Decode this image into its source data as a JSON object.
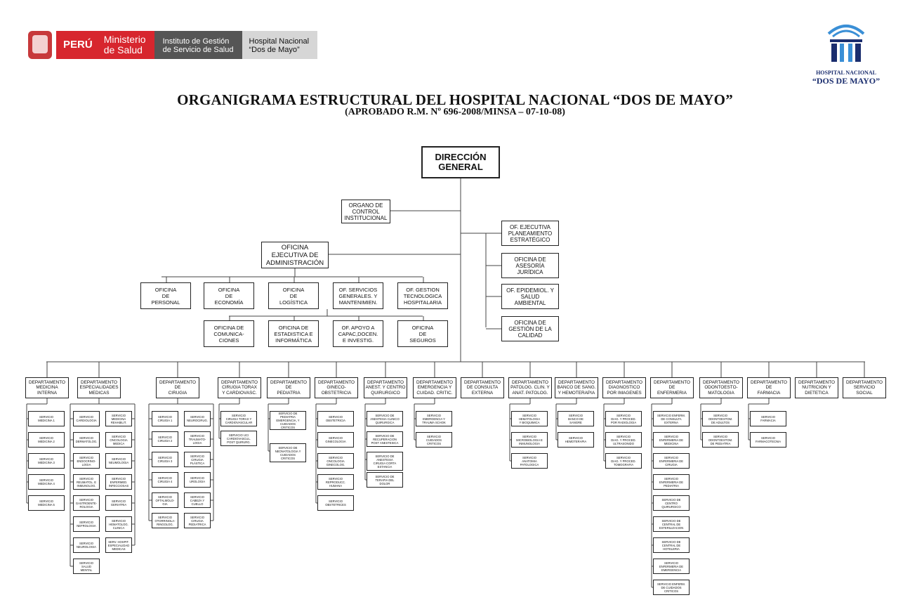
{
  "header": {
    "peru": "PERÚ",
    "ministerio": "Ministerio\nde Salud",
    "instituto": "Instituto de Gestión\nde Servicio de Salud",
    "hospital": "Hospital Nacional\n“Dos de Mayo”",
    "logo_line1": "HOSPITAL NACIONAL",
    "logo_line2": "“DOS DE MAYO”"
  },
  "title": "ORGANIGRAMA ESTRUCTURAL DEL HOSPITAL NACIONAL “DOS DE MAYO”",
  "subtitle": "(APROBADO R.M. Nº 696-2008/MINSA – 07-10-08)",
  "chart": {
    "direccion": "DIRECCIÓN\nGENERAL",
    "control": "ORGANO DE\nCONTROL\nINSTITUCIONAL",
    "administracion": "OFICINA\nEJECUTIVA DE\nADMINISTRACIÓN",
    "right": [
      "OF. EJECUTIVA\nPLANEAMIENTO\nESTRATÉGICO",
      "OFICINA DE\nASESORÍA\nJURÍDICA",
      "OF. EPIDEMIOL. Y\nSALUD\nAMBIENTAL",
      "OFICINA DE\nGESTIÓN DE LA\nCALIDAD"
    ],
    "admin_row1": [
      "OFICINA\nDE\nPERSONAL",
      "OFICINA\nDE\nECONOMÍA",
      "OFICINA\nDE\nLOGÍSTICA",
      "OF. SERVICIOS\nGENERALES. Y\nMANTENIMIEN.",
      "OF. GESTION\nTECNOLOGICA\nHOSPITALARIA"
    ],
    "admin_row2": [
      "OFICINA DE\nCOMUNICA-\nCIONES",
      "OFICINA DE\nESTADISTICA E\nINFORMÁTICA",
      "OF. APOYO A\nCAPAC,DOCEN.\nE INVESTIG.",
      "OFICINA\nDE\nSEGUROS"
    ],
    "departments": [
      {
        "name": "DEPARTAMENTO\nMEDICINA\nINTERNA",
        "services": [
          "SERVICIO\nMEDICINA 1",
          "SERVICIO\nMEDICINA 2",
          "SERVICIO\nMEDICINA 3",
          "SERVICIO\nMEDICINA 4",
          "SERVICIO\nMEDICINA 5"
        ]
      },
      {
        "name": "DEPARTAMENTO\nESPECIALIDADES\nMEDICAS",
        "services": [
          "SERVICIO\nCARDIOLOGIA",
          "SERVICIO\nDERMATOLOG.",
          "SERVICIO\nENDOCRINO-\nLOGIA",
          "SERVICIO\nREUMATOL. E\nINMUNOLOG.",
          "SERVICIO\nGASTROENTE-\nROLOGIA",
          "SERVICIO\nNEFROLOGIA",
          "SERVICIO\nNEUROLOGIA",
          "SERVICIO\nSALUD\nMENTAL"
        ],
        "services_b": [
          "SERVICIO\nMEDICINA\nREHABILIT.",
          "SERVICIO\nONCOLOGIA\nMEDICA",
          "SERVICIO\nNEUMOLOGIA",
          "SERVICIO\nENFERMED.\nINFECCIOSAS",
          "SERVICIO\nGERIATRIA",
          "SERVICIO\nHEMATOLOG.\nCLINICA",
          "SERV. HOSPIT.\nESPECIALIDAD\nMEDICAS"
        ]
      },
      {
        "name": "DEPARTAMENTO\nDE\nCIRUGIA",
        "services": [
          "SERVICIO\nCIRUGIA 1",
          "SERVICIO\nCIRUGIA 2",
          "SERVICIO\nCIRUGIA 3",
          "SERVICIO\nCIRUGIA 4",
          "SERVICIO\nOFTALMOLO-\nGIA",
          "SERVICIO\nOTORRINOLA-\nRINGOLOG."
        ],
        "services_b": [
          "SERVICIO\nNEUROCIRUG.",
          "SERVICIO\nTRAUMATO-\nLOGIA",
          "SERVICIO\nCIRUGIA\nPLÁSTICA",
          "SERVICIO\nUROLOGIA",
          "SERVICIO\nCABEZA Y\nCUELLO",
          "SERVICIO\nCIRUGIA\nPEDIATRICA"
        ]
      },
      {
        "name": "DEPARTAMENTO\nCIRUGIA  TORAX\nY CARDIOVASC.",
        "services": [
          "SERVICIO\nCIRUGIA TORAX Y\nCARDIOVASCULAR",
          "SERVICIO  UCI\nCARDIOVASCUL.\nPOST QUIRURG."
        ]
      },
      {
        "name": "DEPARTAMENTO\nDE\nPEDIATRIA",
        "services": [
          "SERVICIO DE\nPEDIATRIA\nEMERGENCIA, Y\nCUIDADOS\nCRITICOS",
          "SERVICIO DE\nNEONATOLOGIA Y\nCUIDADOS\nCRITICOS"
        ]
      },
      {
        "name": "DEPARTAMENTO\nGINECO-\nOBSTETRICIA",
        "services": [
          "SERVICIO\nOBSTETRICIA",
          "SERVICIO\nGINECOLOGIA",
          "SERVICIO\nONCOLOGIA\nGINECOLOG.",
          "SERVICIO\nREPRODUCC.\nHUMANA",
          "SERVICIO\nOBSTETRICES"
        ]
      },
      {
        "name": "DEPARTAMENTO\nANEST. Y CENTRO\nQUIRURGICO",
        "services": [
          "SERVICIO DE\nANESTESIA CLINICO\nQUIRURGICA",
          "SERVICIO DE\nRECUPERACION\nPOST ANESTESICA",
          "SERVICIO DE\nANESTESIA\nCIRUGIA CORTA\nESTANCIA",
          "SERVICIO DE\nTERAPIA DEL\nDOLOR"
        ]
      },
      {
        "name": "DEPARTAMENTO\nEMERGENCIA Y\nCUIDAD. CRITIC.",
        "services": [
          "SERVICIO\nEMERGENCIA Y\nTRAUMA SCHOK",
          "SERVICIO\nCUIDADOS\nCRITICOS"
        ]
      },
      {
        "name": "DEPARTAMENTO\nDE CONSULTA\nEXTERNA",
        "services": []
      },
      {
        "name": "DEPARTAMENTO\nPATOLOG. CLIN. Y\nANAT. PATOLOG.",
        "services": [
          "SERVICIO\nHEMATOLOGIA\nY BIOQUIMICA",
          "SERVICIO\nMICROBIOLOGIA E\nINMUNOLOGIA",
          "SERVICIO\nANATOMIA\nPATOLOGICA"
        ]
      },
      {
        "name": "DEPARTAMENTO\nBANCO DE SANG.\nY HEMOTERAPIA",
        "services": [
          "SERVICIO\nBANCO DE\nSANGRE",
          "SERVICIO\nHEMOTERAPIA"
        ]
      },
      {
        "name": "DEPARTAMENTO\nDIAGNOSTICO\nPOR IMAGENES",
        "services": [
          "SERVICIO\nDIAG. Y PROCED.\nPOR RADIOLOGIA",
          "SERVICIO\nDIAG. Y PROCED.\nULTRASONIDO",
          "SERVICIO\nDIAG. Y PROCED.\nTOMOGRAFIA"
        ]
      },
      {
        "name": "DEPARTAMENTO\nDE\nENFERMERIA",
        "services": [
          "SERVICIO ENFERM.\nDE CONSULTA\nEXTERNA",
          "SERVICIO\nENFERMERIA DE\nMEDICINA",
          "SERVICIO\nENFERMERIA DE\nCIRUGIA",
          "SERVICIO\nENFERMERIA DE\nPEDIATRIA",
          "SERVICIO DE\nCENTRO\nQUIRURGICO",
          "SERVICIO DE\nCENTRAL DE\nESTERILIZACION",
          "SERVICIO DE\nCENTRAL DE\nHOTELERIA",
          "SERVICIO\nENFERMERIA DE\nEMERGENCIA",
          "SERVICIO ENFERM.\nDE CUIDADOS\nCRITICOS"
        ]
      },
      {
        "name": "DEPARTAMENTO\nODONTOESTO-\nMATOLOGIA",
        "services": [
          "SERVICIO\nODONTOESTOM.\nDE ADULTOS",
          "SERVICIO\nODONTOESTOM.\nDE PEDIATRIA"
        ]
      },
      {
        "name": "DEPARTAMENTO\nDE\nFARMACIA",
        "services": [
          "SERVICIO\nFARMACIA",
          "SERVICIO\nFARMACOTECNIA"
        ]
      },
      {
        "name": "DEPARTAMENTO\nNUTRICION Y\nDIETETICA",
        "services": []
      },
      {
        "name": "DEPARTAMENTO\nSERVICIO\nSOCIAL",
        "services": []
      }
    ]
  }
}
